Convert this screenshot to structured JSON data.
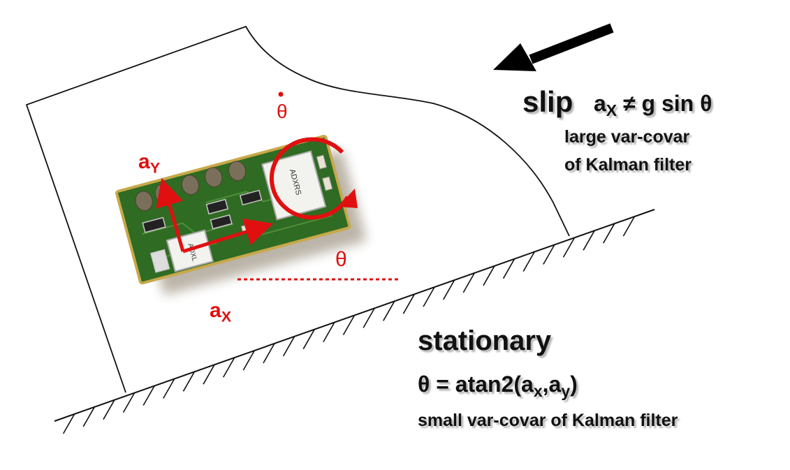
{
  "labels": {
    "theta_dot": "θ",
    "a_y_base": "a",
    "a_y_sub": "Y",
    "a_x_base": "a",
    "a_x_sub": "X",
    "theta_angle": "θ",
    "slip": {
      "title": "slip",
      "eq_a": "a",
      "eq_sub": "X",
      "eq_rest": " ≠ g sin θ",
      "line1": "large var-covar",
      "line2": "of Kalman filter"
    },
    "stationary": {
      "title": "stationary",
      "eq_pre": "θ = atan2(a",
      "eq_sub1": "x",
      "eq_mid": ",a",
      "eq_sub2": "y",
      "eq_post": ")",
      "line1": "small var-covar of Kalman filter"
    }
  },
  "colors": {
    "annotation_red": "#e01010",
    "pcb_green": "#2f6b22",
    "ink": "#111111"
  },
  "icons": [
    "slip-direction-arrow-icon",
    "rotation-arrow-icon",
    "gyro-chip-icon",
    "accelerometer-chip-icon"
  ]
}
